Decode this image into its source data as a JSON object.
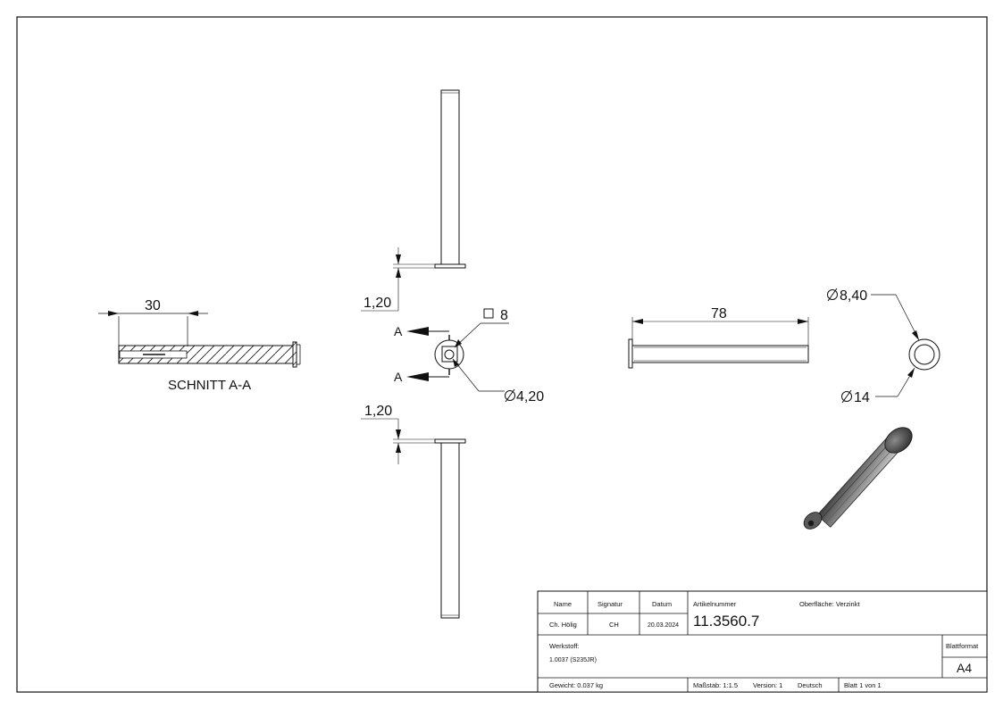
{
  "views": {
    "section": {
      "dim_length": "30",
      "caption": "SCHNITT A-A"
    },
    "top": {
      "dim_flange": "1,20"
    },
    "front": {
      "cut_label_top": "A",
      "cut_label_bottom": "A",
      "square_dim": "8",
      "hole_dim": "4,20"
    },
    "bottom": {
      "dim_flange": "1,20"
    },
    "side": {
      "dim_length": "78"
    },
    "end": {
      "dim_inner": "8,40",
      "dim_outer": "14"
    },
    "iso": {}
  },
  "title_block": {
    "header_name": "Name",
    "header_signatur": "Signatur",
    "header_datum": "Datum",
    "name": "Ch. Hölig",
    "signatur": "CH",
    "datum": "20.03.2024",
    "artikel_label": "Artikelnummer",
    "oberflaeche": "Oberfläche:  Verzinkt",
    "artikel_nummer": "11.3560.7",
    "werkstoff_label": "Werkstoff:",
    "werkstoff_value": "1.0037 (S235JR)",
    "blattformat_label": "Blattformat",
    "blattformat_value": "A4",
    "gewicht": "Gewicht: 0.037 kg",
    "massstab": "Maßstab: 1:1.5",
    "version": "Version: 1",
    "sprache": "Deutsch",
    "blatt": "Blatt 1 von 1"
  },
  "colors": {
    "line": "#111111",
    "shade_dark": "#3a3a3a",
    "shade_light": "#9a9a9a"
  }
}
